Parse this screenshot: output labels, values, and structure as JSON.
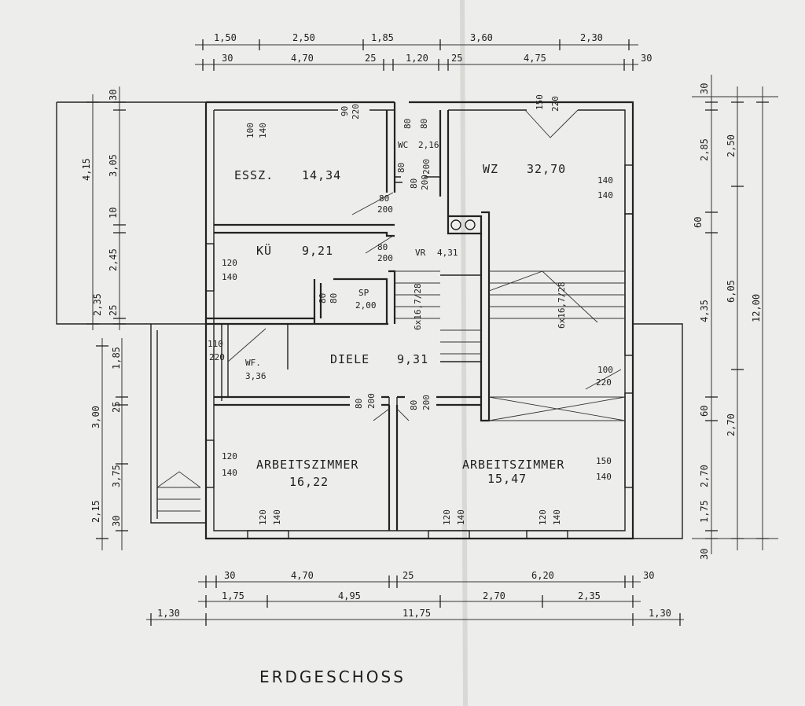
{
  "title": "ERDGESCHOSS",
  "rooms": {
    "essz": {
      "name": "ESSZ.",
      "area": "14,34"
    },
    "wz": {
      "name": "WZ",
      "area": "32,70"
    },
    "wc": {
      "name": "WC",
      "area": "2,16"
    },
    "kue": {
      "name": "KÜ",
      "area": "9,21"
    },
    "vr": {
      "name": "VR",
      "area": "4,31"
    },
    "sp": {
      "name": "SP",
      "area": "2,00"
    },
    "wf": {
      "name": "WF.",
      "area": "3,36"
    },
    "diele": {
      "name": "DIELE",
      "area": "9,31"
    },
    "arbeit1": {
      "name": "ARBEITSZIMMER",
      "area": "16,22"
    },
    "arbeit2": {
      "name": "ARBEITSZIMMER",
      "area": "15,47"
    }
  },
  "openings": {
    "o1": {
      "top": "90",
      "bottom": "220"
    },
    "o2": {
      "top": "100",
      "bottom": "140"
    },
    "o3": {
      "top": "80",
      "bottom": "80"
    },
    "o4": {
      "top": "80",
      "bottom": "200"
    },
    "o5": {
      "top": "150",
      "bottom": "220"
    },
    "o6": {
      "top": "140",
      "bottom": "140"
    },
    "o7": {
      "top": "80",
      "bottom": "200"
    },
    "o8": {
      "top": "120",
      "bottom": "140"
    },
    "o9": {
      "top": "80",
      "bottom": "200"
    },
    "o10": {
      "top": "80",
      "bottom": "80"
    },
    "o11": {
      "top": "110",
      "bottom": "220"
    },
    "o12": {
      "top": "100",
      "bottom": "220"
    },
    "o13": {
      "top": "80",
      "bottom": "200"
    },
    "o14": {
      "top": "80",
      "bottom": "200"
    },
    "o15": {
      "top": "120",
      "bottom": "140"
    },
    "o16": {
      "top": "150",
      "bottom": "140"
    },
    "o17": {
      "top": "120",
      "bottom": "140"
    },
    "o18": {
      "top": "120",
      "bottom": "140"
    },
    "o19": {
      "top": "120",
      "bottom": "140"
    },
    "o20": {
      "top": "80",
      "bottom": "200"
    }
  },
  "stairs": {
    "s1": "6x16,7/28",
    "s2": "6x16,7/28"
  },
  "dims_top_1": [
    "1,50",
    "2,50",
    "1,85",
    "3,60",
    "2,30"
  ],
  "dims_top_2": [
    "30",
    "4,70",
    "25",
    "1,20",
    "25",
    "4,75",
    "30"
  ],
  "dims_bottom_1": [
    "30",
    "4,70",
    "25",
    "6,20",
    "30"
  ],
  "dims_bottom_2": [
    "1,75",
    "4,95",
    "2,70",
    "2,35"
  ],
  "dims_bottom_3": [
    "1,30",
    "11,75",
    "1,30"
  ],
  "dims_left_1": [
    "4,15"
  ],
  "dims_left_2": [
    "30",
    "3,05",
    "10",
    "2,45",
    "25",
    "2,35"
  ],
  "dims_left_3": [
    "1,85",
    "3,00",
    "25",
    "3,75",
    "2,15",
    "30"
  ],
  "dims_right_1": [
    "30",
    "2,85",
    "60",
    "4,35",
    "60",
    "2,70",
    "1,75",
    "30"
  ],
  "dims_right_2": [
    "2,50",
    "6,05",
    "2,70"
  ],
  "dims_right_3": [
    "12,00"
  ]
}
